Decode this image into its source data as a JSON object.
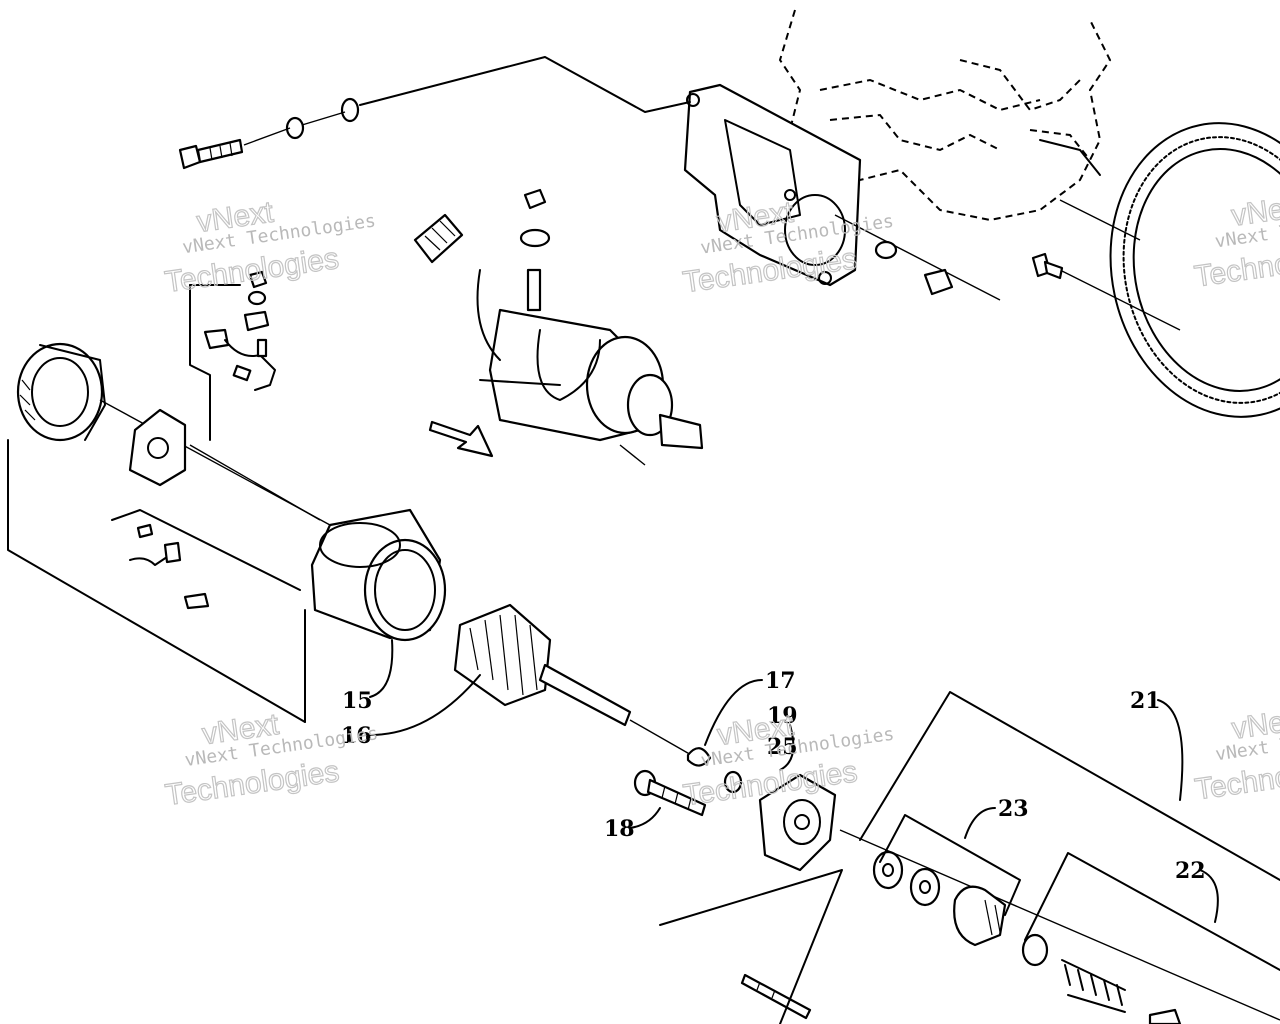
{
  "callouts": [
    {
      "id": "15",
      "text": "15"
    },
    {
      "id": "16",
      "text": "16"
    },
    {
      "id": "17",
      "text": "17"
    },
    {
      "id": "18",
      "text": "18"
    },
    {
      "id": "19",
      "text": "19"
    },
    {
      "id": "21",
      "text": "21"
    },
    {
      "id": "22",
      "text": "22"
    },
    {
      "id": "23",
      "text": "23"
    },
    {
      "id": "25",
      "text": "25"
    }
  ],
  "watermark": {
    "line1": "vNext Technologies",
    "outline_top": "vNext",
    "outline_bottom": "Technologies"
  },
  "colors": {
    "ink": "#000000",
    "paper": "#ffffff",
    "watermark": "#b9b9b9"
  }
}
